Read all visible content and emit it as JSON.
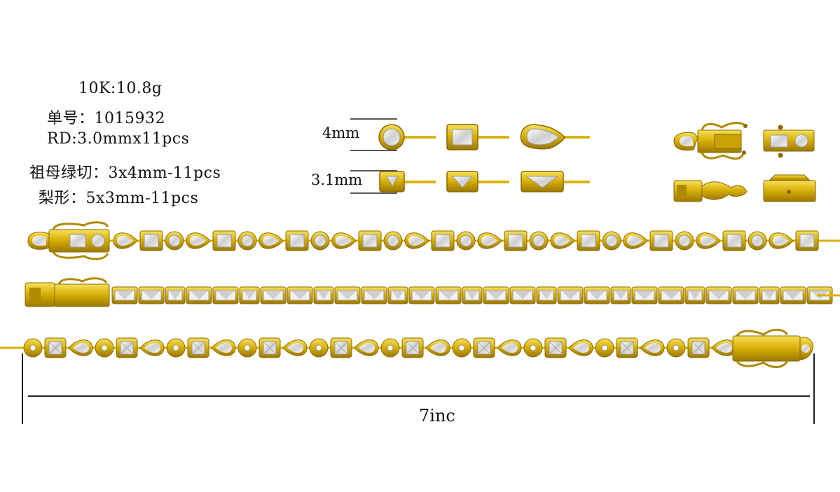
{
  "specs": {
    "weight": "10K:10.8g",
    "order_no": "单号：1015932",
    "round": "RD:3.0mmx11pcs",
    "emerald": "祖母绿切：3x4mm-11pcs",
    "pear": "梨形：5x3mm-11pcs"
  },
  "dimensions": {
    "top_view_height": "4mm",
    "side_view_height": "3.1mm",
    "bracelet_length": "7inc"
  },
  "stone_sequence": [
    "pear",
    "emerald",
    "round"
  ],
  "colors": {
    "gold": "#d9b20a",
    "gold_dark": "#8a6a00",
    "gold_light": "#f5dc4a",
    "stone": "#dcdcdc"
  },
  "icons": [
    "round-stone-icon",
    "emerald-stone-icon",
    "pear-stone-icon",
    "box-clasp-icon"
  ]
}
